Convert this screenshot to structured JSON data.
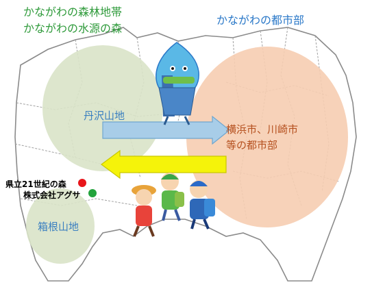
{
  "titles": {
    "forest_zone": "かながわの森林地帯",
    "water_forest": "かながわの水源の森",
    "urban_zone": "かながわの都市部"
  },
  "areas": {
    "tanzawa": "丹沢山地",
    "cities_line1": "横浜市、川崎市",
    "cities_line2": "等の都市部",
    "hakone": "箱根山地"
  },
  "markers": {
    "prefectural_forest": "県立21世紀の森",
    "agusa_company": "株式会社アグサ"
  },
  "colors": {
    "forest_area": "#d9e3c8",
    "urban_area": "#f6cdb1",
    "arrow_to_city": "#a8cde8",
    "arrow_to_forest": "#f5f30a",
    "red_marker": "#e8151b",
    "green_marker": "#22a33c",
    "map_outline": "#8a8a8a"
  },
  "icons": {
    "mascot": "water-drop-mascot-icon",
    "children": "hiking-children-icon"
  }
}
